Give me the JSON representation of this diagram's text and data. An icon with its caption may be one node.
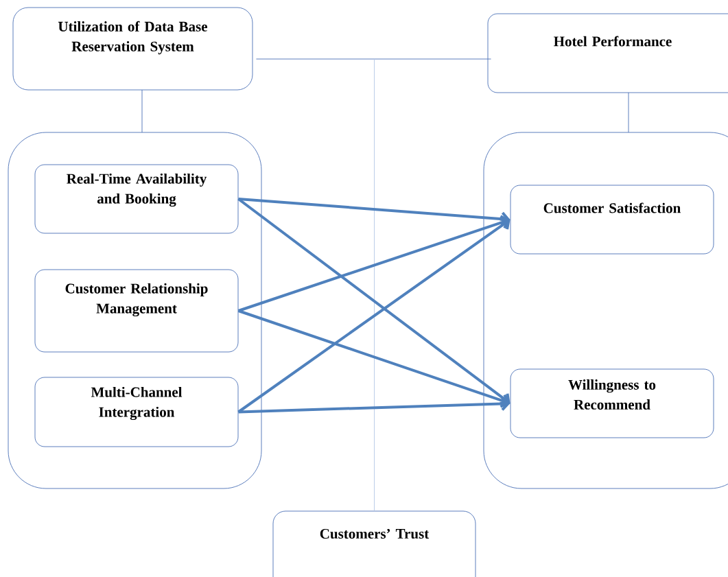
{
  "diagram": {
    "nodes": [
      {
        "text": [
          "Utilization of Data Base Reservation System"
        ]
      },
      {
        "text": [
          "Hotel Performance"
        ]
      },
      {
        "text": [],
        "shape": "box"
      },
      {
        "text": [
          "Real-Time Availability and Booking"
        ],
        "in": 2
      },
      {
        "text": [
          "Customer Relationship Management"
        ],
        "in": 2
      },
      {
        "text": [
          "Multi-Channel Intergration"
        ],
        "in": 2
      },
      {
        "text": [],
        "shape": "box"
      },
      {
        "text": [
          "Customer Satisfaction"
        ],
        "in": 6
      },
      {
        "text": [
          "Willingness to Recommend"
        ],
        "in": 6
      },
      {
        "text": [
          "Customers’ Trust"
        ]
      }
    ],
    "edges": [
      {
        "from": 0,
        "to": 2,
        "arrow": "none",
        "color": "#4a6fb5"
      },
      {
        "from": 1,
        "to": 6,
        "arrow": "none",
        "color": "#4a6fb5"
      },
      {
        "from": 0,
        "to": 1,
        "arrow": "none",
        "color": "#4a6fb5"
      },
      {
        "from": 9,
        "to": null,
        "arrow": "none",
        "color": "#b4c7e7"
      },
      {
        "from": 3,
        "to": 7,
        "arrow": "to"
      },
      {
        "from": 3,
        "to": 8,
        "arrow": "to"
      },
      {
        "from": 4,
        "to": 7,
        "arrow": "to"
      },
      {
        "from": 4,
        "to": 8,
        "arrow": "to"
      },
      {
        "from": 5,
        "to": 7,
        "arrow": "to"
      },
      {
        "from": 5,
        "to": 8,
        "arrow": "to"
      }
    ]
  }
}
